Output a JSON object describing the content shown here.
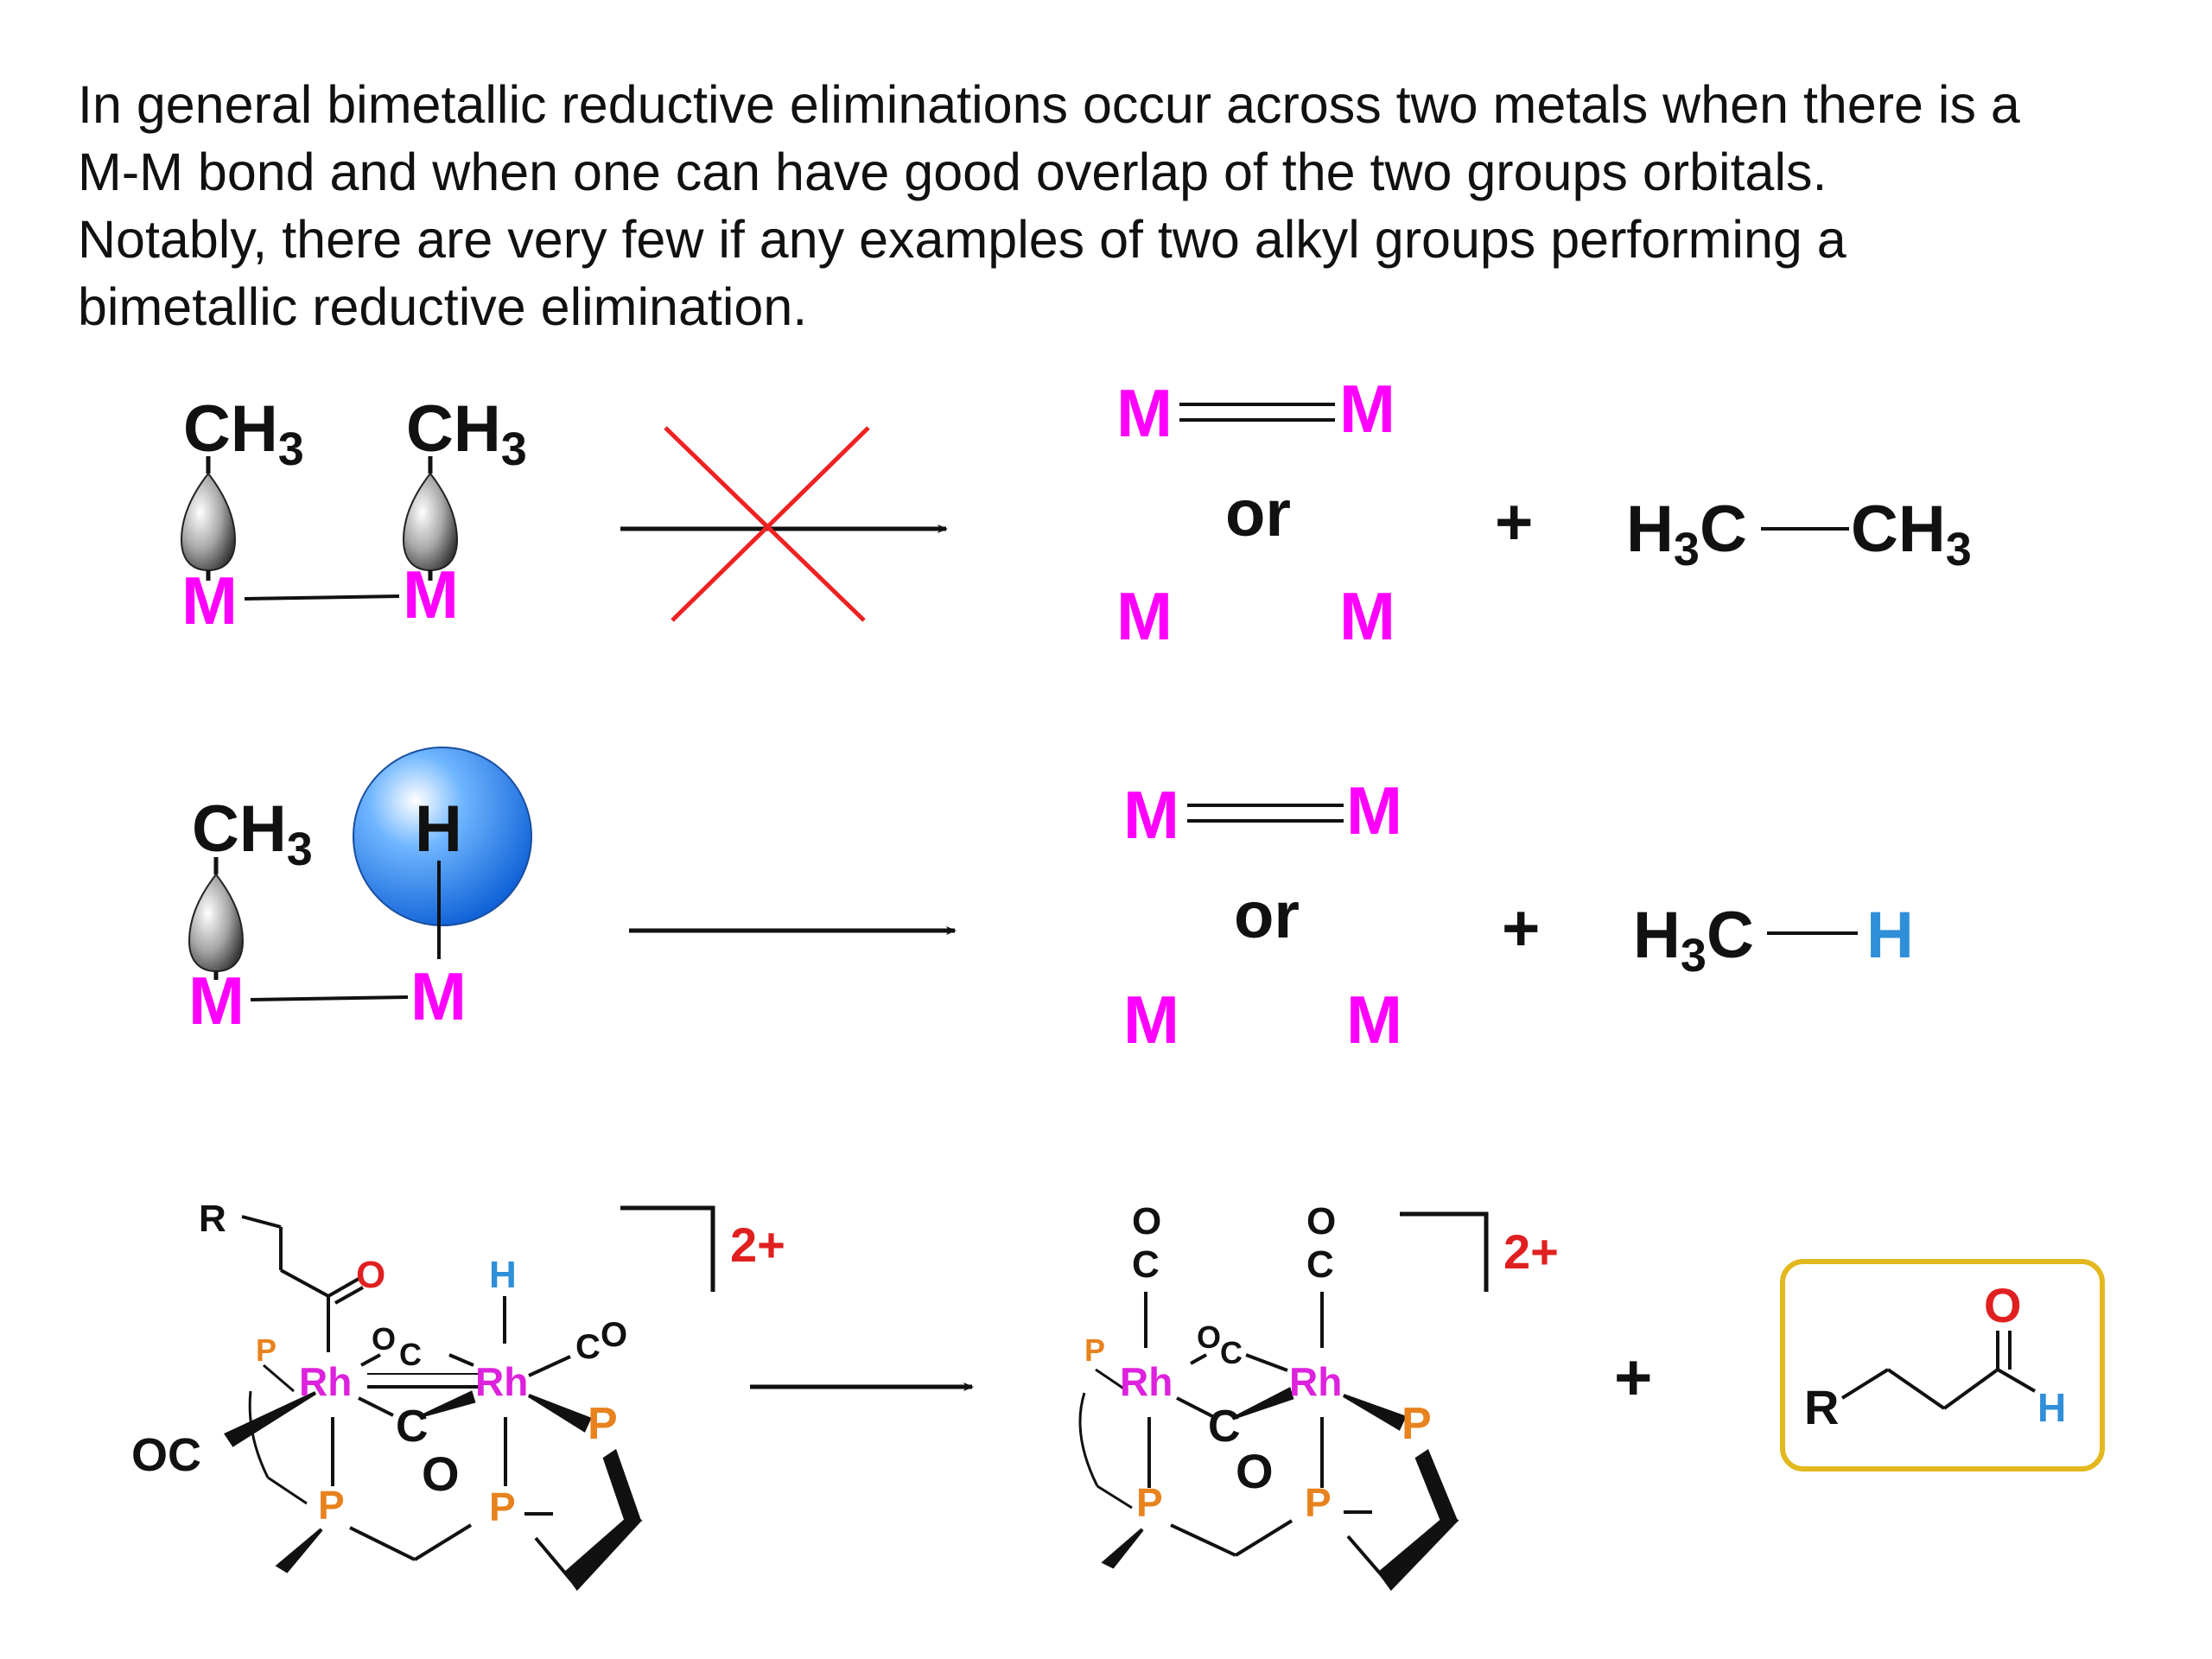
{
  "intro": {
    "line1": "In general bimetallic reductive eliminations occur across two metals when there is a",
    "line2": "M-M bond and when one can have good overlap of the two groups orbitals.",
    "line3": "Notably, there are very few if any examples of two alkyl groups performing a",
    "line4": "bimetallic reductive elimination."
  },
  "row1": {
    "left_group1": "CH",
    "left_group1_sub": "3",
    "left_group2": "CH",
    "left_group2_sub": "3",
    "metal_left": "M",
    "metal_right": "M",
    "product_metal_tl": "M",
    "product_metal_tr": "M",
    "or": "or",
    "product_metal_bl": "M",
    "product_metal_br": "M",
    "plus": "+",
    "product_c1": "H",
    "product_c1_sub": "3",
    "product_c1_atom": "C",
    "product_c2": "CH",
    "product_c2_sub": "3"
  },
  "row2": {
    "left_group1": "CH",
    "left_group1_sub": "3",
    "hydride": "H",
    "metal_left": "M",
    "metal_right": "M",
    "product_metal_tl": "M",
    "product_metal_tr": "M",
    "or": "or",
    "product_metal_bl": "M",
    "product_metal_br": "M",
    "plus": "+",
    "product_c1": "H",
    "product_c1_sub": "3",
    "product_c1_atom": "C",
    "product_h": "H"
  },
  "row3": {
    "reactant": {
      "r": "R",
      "acyl_o": "O",
      "hydride": "H",
      "rh1": "Rh",
      "rh2": "Rh",
      "bridge_o": "O",
      "bridge_c": "C",
      "bridge_c2": "C",
      "bridge_o2": "O",
      "co_right_c": "C",
      "co_right_o": "O",
      "co_left": "OC",
      "p_top_left": "P",
      "p_right": "P",
      "p_bottom_left": "P",
      "p_bottom_right": "P",
      "charge": "2+"
    },
    "product": {
      "co1_o": "O",
      "co1_c": "C",
      "co2_o": "O",
      "co2_c": "C",
      "rh1": "Rh",
      "rh2": "Rh",
      "bridge_o": "O",
      "bridge_c": "C",
      "bridge_c2": "C",
      "bridge_o2": "O",
      "p_top_left": "P",
      "p_right": "P",
      "p_bottom_left": "P",
      "p_bottom_right": "P",
      "charge": "2+"
    },
    "plus": "+",
    "aldehyde": {
      "r": "R",
      "o": "O",
      "h": "H"
    }
  },
  "colors": {
    "metal": "#ff00ff",
    "rhodium": "#dd22dd",
    "phosphorus": "#e8821e",
    "oxygen": "#e02020",
    "hydrogen": "#2f8fd8",
    "box_border": "#e2b81e",
    "cross": "#ee2222"
  },
  "icons": {
    "orbital_lobe": "grey-teardrop-lobe",
    "h_orbital": "blue-sphere",
    "forbidden": "red-cross"
  }
}
